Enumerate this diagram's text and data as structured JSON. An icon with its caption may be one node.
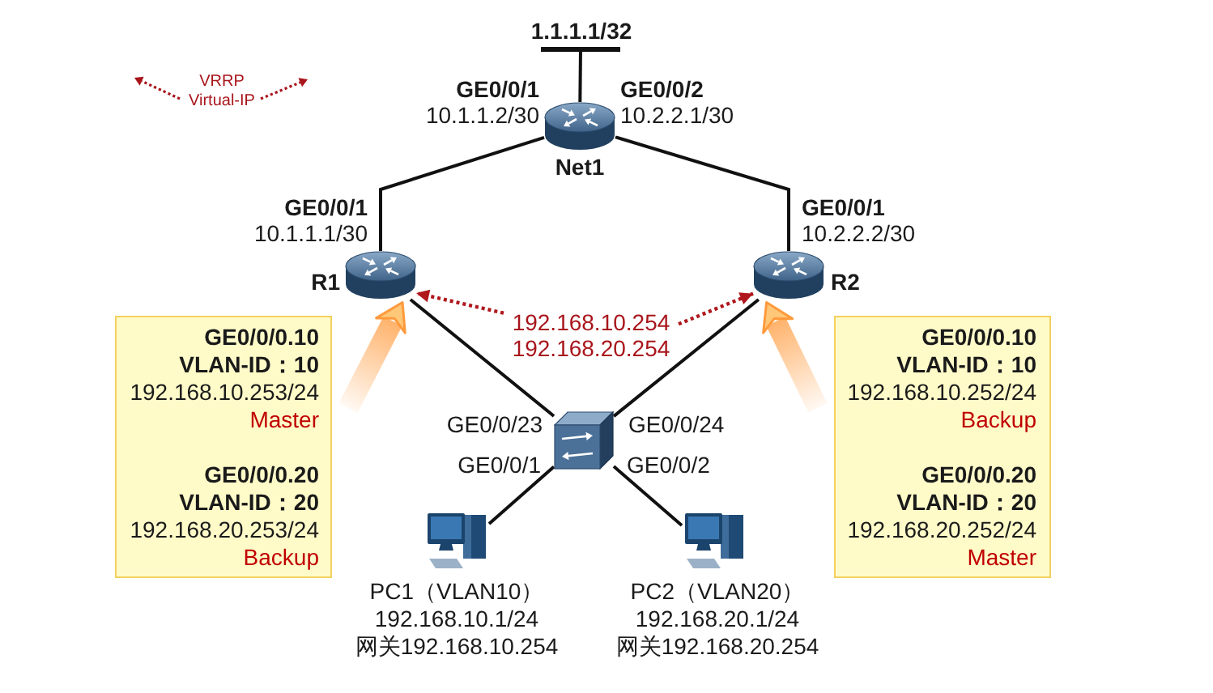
{
  "diagram": {
    "nodes": [
      {
        "text": [],
        "shape": "bar",
        "beside": [
          "1.1.1.1/32"
        ]
      },
      {
        "text": [],
        "shape": "picture",
        "beside": [
          "Net1",
          "GE0/0/1",
          "10.1.1.2/30",
          "GE0/0/2",
          "10.2.2.1/30"
        ]
      },
      {
        "text": [],
        "shape": "picture",
        "beside": [
          "R1",
          "GE0/0/1",
          "10.1.1.1/30"
        ]
      },
      {
        "text": [],
        "shape": "picture",
        "beside": [
          "R2",
          "GE0/0/1",
          "10.2.2.2/30"
        ]
      },
      {
        "text": [
          "192.168.10.254",
          "192.168.20.254"
        ]
      },
      {
        "text": [
          "GE0/0/0.10",
          "VLAN-ID：10",
          "192.168.10.253/24",
          "Master",
          "GE0/0/0.20",
          "VLAN-ID：20",
          "192.168.20.253/24",
          "Backup"
        ]
      },
      {
        "text": [
          "GE0/0/0.10",
          "VLAN-ID：10",
          "192.168.10.252/24",
          "Backup",
          "GE0/0/0.20",
          "VLAN-ID：20",
          "192.168.20.252/24",
          "Master"
        ]
      },
      {
        "text": [],
        "shape": "picture",
        "beside": [
          "GE0/0/23",
          "GE0/0/24",
          "GE0/0/1",
          "GE0/0/2"
        ]
      },
      {
        "text": [],
        "shape": "picture",
        "beside": [
          "PC1（VLAN10）",
          "192.168.10.1/24",
          "网关192.168.10.254"
        ]
      },
      {
        "text": [],
        "shape": "picture",
        "beside": [
          "PC2（VLAN20）",
          "192.168.20.1/24",
          "网关192.168.20.254"
        ]
      }
    ],
    "edges": [
      {
        "from": 1,
        "to": 0,
        "arrow": "none"
      },
      {
        "from": 1,
        "to": 2,
        "arrow": "none"
      },
      {
        "from": 1,
        "to": 3,
        "arrow": "none"
      },
      {
        "from": 4,
        "to": 2,
        "arrow": "to",
        "style": "dashed",
        "color": "#b0171d"
      },
      {
        "from": 4,
        "to": 3,
        "arrow": "to",
        "style": "dashed",
        "color": "#b0171d"
      },
      {
        "from": 5,
        "to": 2,
        "arrow": "to",
        "style": "thick",
        "color": "#ff9a3c"
      },
      {
        "from": 6,
        "to": 3,
        "arrow": "to",
        "style": "thick",
        "color": "#ff9a3c"
      },
      {
        "from": 2,
        "to": 7,
        "arrow": "none"
      },
      {
        "from": 3,
        "to": 7,
        "arrow": "none"
      },
      {
        "from": 7,
        "to": 8,
        "arrow": "none"
      },
      {
        "from": 7,
        "to": 9,
        "arrow": "none"
      }
    ],
    "legend": [
      {
        "text": "VRRP Virtual-IP"
      }
    ]
  }
}
